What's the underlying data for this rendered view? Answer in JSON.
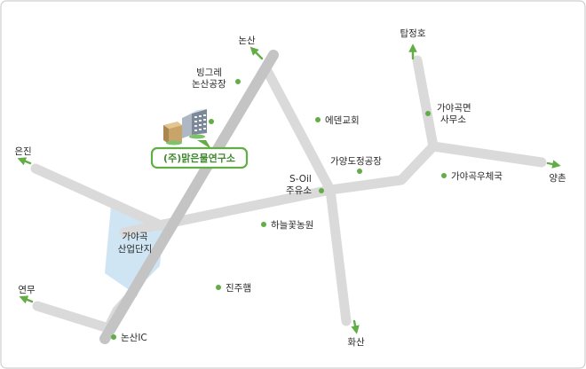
{
  "colors": {
    "road": "#dadada",
    "highway": "#c4c4c4",
    "industrial_zone": "#cfe5f4",
    "accent_green": "#62ad45",
    "frame": "#cfcfcf"
  },
  "directions": {
    "nonsan_north": "논산",
    "tapjeongho": "탑정호",
    "eunjin": "은진",
    "yangchon": "양촌",
    "yeonmu": "연무",
    "hwasan": "화산"
  },
  "landmarks": {
    "binggrae_line1": "빙그레",
    "binggrae_line2": "논산공장",
    "eden_church": "에덴교회",
    "gayagok_office_line1": "가야곡면",
    "gayagok_office_line2": "사무소",
    "gayang_winery": "가양도정공장",
    "gayagok_post": "가야곡우체국",
    "soil_line1": "S-Oil",
    "soil_line2": "주유소",
    "sky_flower_farm": "하늘꽃농원",
    "jinjuhaem": "진주햄",
    "nonsan_ic": "논산IC"
  },
  "zone": {
    "line1": "가야곡",
    "line2": "산업단지"
  },
  "company": {
    "name": "(주)맑은물연구소",
    "icon": "building-icon"
  }
}
